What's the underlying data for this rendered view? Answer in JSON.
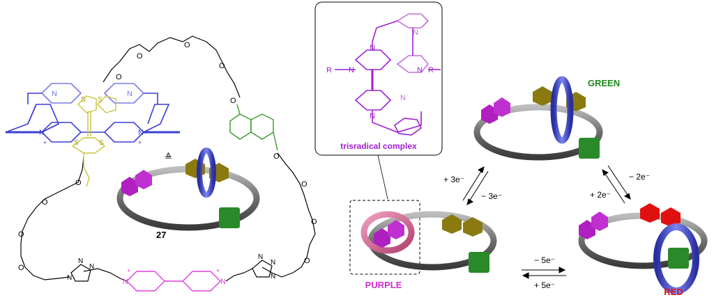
{
  "colors": {
    "box_blue": "#3a3fd6",
    "ttf_yellow": "#c8c43a",
    "naph_green": "#3a9a2a",
    "viologen_pink": "#e040e0",
    "trisradical_purple": "#a020d0",
    "ring_pink": "#d0608a",
    "ring_blue": "#4a55d0",
    "cube_green": "#2a8a2a",
    "ttf_olive": "#8a7a10",
    "label_green": "#1f8a1f",
    "label_red": "#e01010",
    "label_purple": "#d030d0"
  },
  "structure": {
    "compound_number": "27",
    "triangle_symbol": "≙",
    "atoms": {
      "N": "N",
      "O": "O",
      "S": "S",
      "R": "R",
      "plus": "+"
    }
  },
  "inset": {
    "caption": "trisradical complex"
  },
  "states": {
    "purple": "PURPLE",
    "green": "GREEN",
    "red": "RED"
  },
  "arrows": {
    "p_g_forward": "+ 3e⁻",
    "p_g_back": "− 3e⁻",
    "g_r_forward": "− 2e⁻",
    "g_r_back": "+ 2e⁻",
    "r_p_forward": "− 5e⁻",
    "r_p_back": "+ 5e⁻"
  }
}
